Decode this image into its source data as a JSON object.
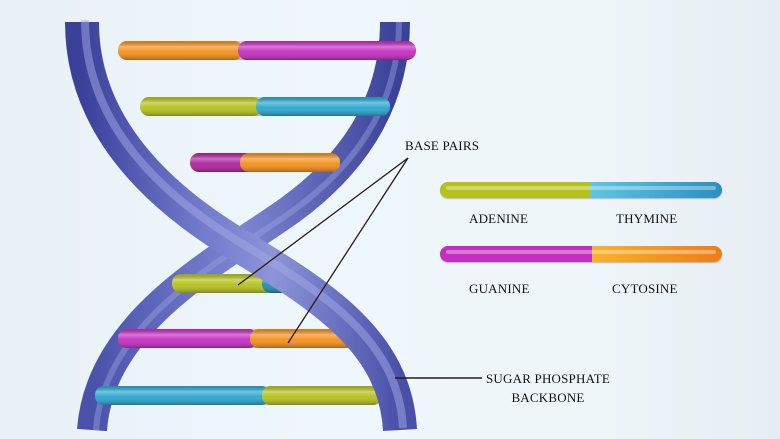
{
  "labels": {
    "base_pairs": "BASE PAIRS",
    "backbone_line1": "SUGAR PHOSPHATE",
    "backbone_line2": "BACKBONE"
  },
  "legend": [
    {
      "left_name": "ADENINE",
      "right_name": "THYMINE",
      "left_color": "#b5c21a",
      "right_color": "#2aa6cf"
    },
    {
      "left_name": "GUANINE",
      "right_name": "CYTOSINE",
      "left_color": "#c52ec2",
      "right_color": "#f3901c"
    }
  ],
  "colors": {
    "backbone": "#5b63b8",
    "backbone_light": "#8c93d6",
    "backbone_dark": "#3a3f93",
    "adenine": "#b5c21a",
    "thymine": "#2aa6cf",
    "guanine": "#c52ec2",
    "cytosine": "#f3901c"
  },
  "rungs": [
    {
      "left": "cytosine",
      "right": "guanine"
    },
    {
      "left": "adenine",
      "right": "thymine"
    },
    {
      "left": "guanine",
      "right": "cytosine"
    },
    {
      "left": "adenine",
      "right": "thymine"
    },
    {
      "left": "guanine",
      "right": "cytosine"
    },
    {
      "left": "thymine",
      "right": "adenine"
    }
  ]
}
